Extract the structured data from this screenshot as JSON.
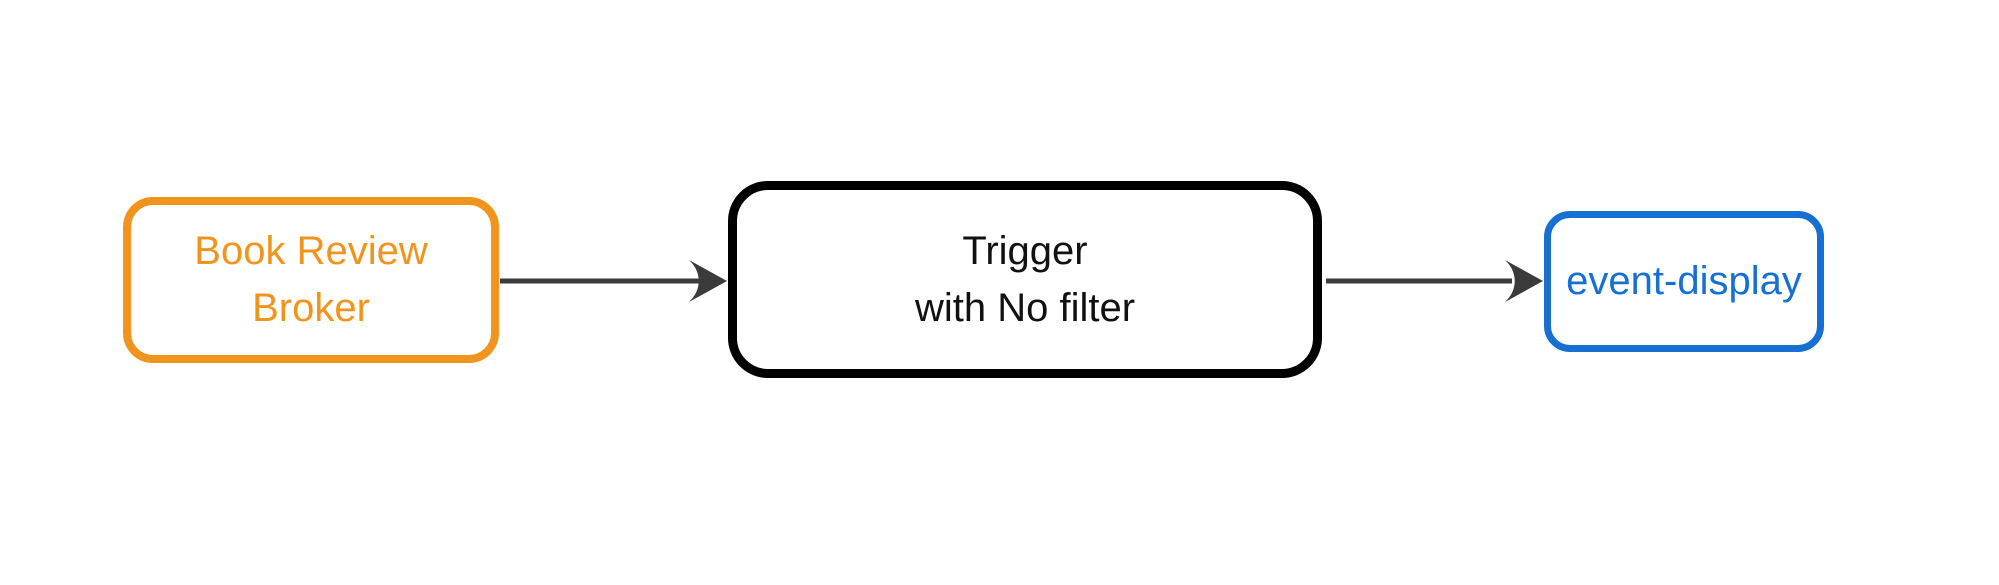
{
  "diagram": {
    "type": "flowchart",
    "direction": "left-to-right",
    "nodes": [
      {
        "id": "book-review-broker",
        "label_line1": "Book Review",
        "label_line2": "Broker",
        "role": "broker"
      },
      {
        "id": "trigger",
        "label_line1": "Trigger",
        "label_line2": "with No filter",
        "role": "trigger"
      },
      {
        "id": "event-display",
        "label_line1": "event-display",
        "role": "sink"
      }
    ],
    "edges": [
      {
        "from": "book-review-broker",
        "to": "trigger"
      },
      {
        "from": "trigger",
        "to": "event-display"
      }
    ]
  },
  "colors": {
    "broker-accent": "#F0941E",
    "trigger-accent": "#000000",
    "trigger-text": "#111111",
    "sink-accent": "#176FD2",
    "arrow": "#3B3B3B",
    "background": "#FFFFFF"
  }
}
